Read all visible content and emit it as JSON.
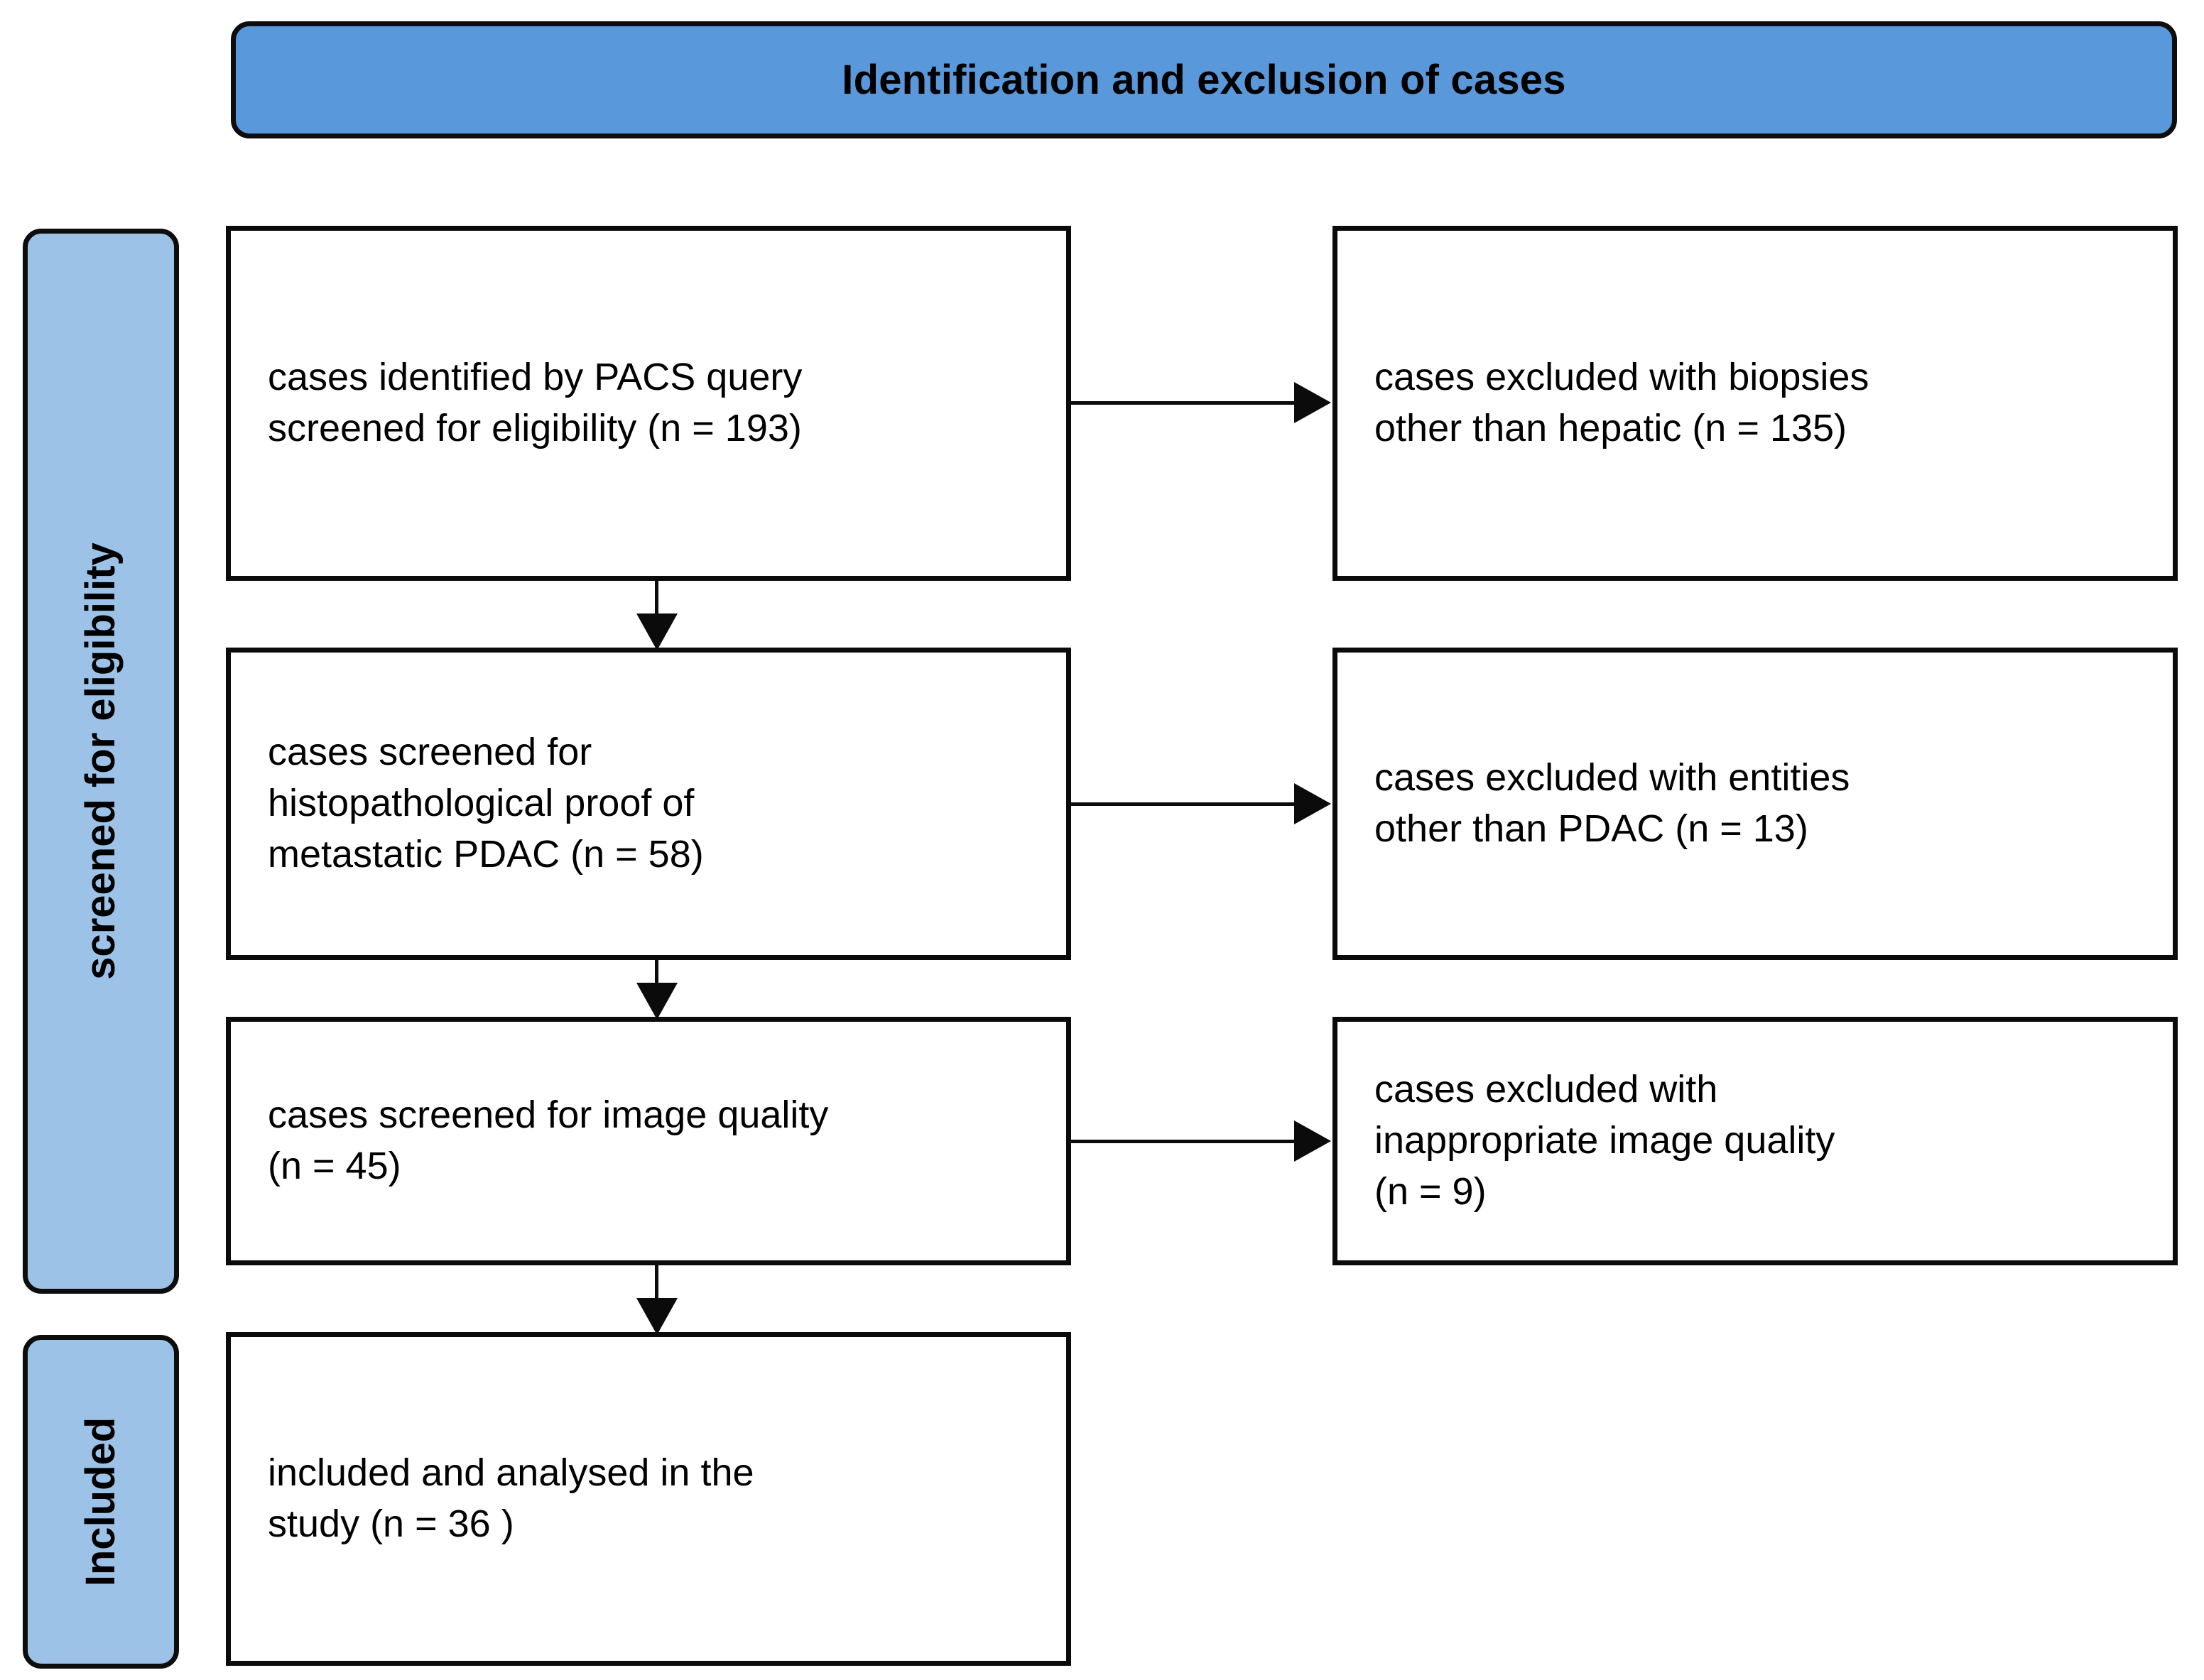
{
  "header": {
    "title": "Identification and exclusion of cases",
    "background_color": "#5998DB",
    "border_color": "#0d0d0d"
  },
  "stages": [
    {
      "id": "screened-for-eligibility",
      "label": "screened for eligibility",
      "background_color": "#9CC3E7",
      "orientation": "vertical-bottom-to-top"
    },
    {
      "id": "included",
      "label": "Included",
      "background_color": "#9CC3E7",
      "orientation": "vertical-bottom-to-top"
    }
  ],
  "flow": {
    "main_column": [
      {
        "id": "identified",
        "text": "cases identified by PACS query\nscreened for eligibility (n = 193)",
        "n": 193
      },
      {
        "id": "histology",
        "text": "cases screened for\nhistopathological proof of\nmetastatic PDAC (n = 58)",
        "n": 58
      },
      {
        "id": "image-quality",
        "text": "cases screened for image quality\n(n = 45)",
        "n": 45
      },
      {
        "id": "included-analysed",
        "text": "included and analysed in the\nstudy (n = 36 )",
        "n": 36
      }
    ],
    "exclusion_column": [
      {
        "id": "excluded-biopsy",
        "text": "cases excluded with biopsies\nother than hepatic (n = 135)",
        "n": 135
      },
      {
        "id": "excluded-entity",
        "text": "cases excluded with entities\nother than PDAC (n = 13)",
        "n": 13
      },
      {
        "id": "excluded-quality",
        "text": "cases excluded with\ninappropriate image quality\n(n = 9)",
        "n": 9
      }
    ]
  },
  "chart_data": {
    "type": "table",
    "title": "Identification and exclusion of cases",
    "categories": [
      "cases identified by PACS query screened for eligibility",
      "cases excluded with biopsies other than hepatic",
      "cases screened for histopathological proof of metastatic PDAC",
      "cases excluded with entities other than PDAC",
      "cases screened for image quality",
      "cases excluded with inappropriate image quality",
      "included and analysed in the study"
    ],
    "values": [
      193,
      135,
      58,
      13,
      45,
      9,
      36
    ],
    "xlabel": "",
    "ylabel": "n"
  }
}
